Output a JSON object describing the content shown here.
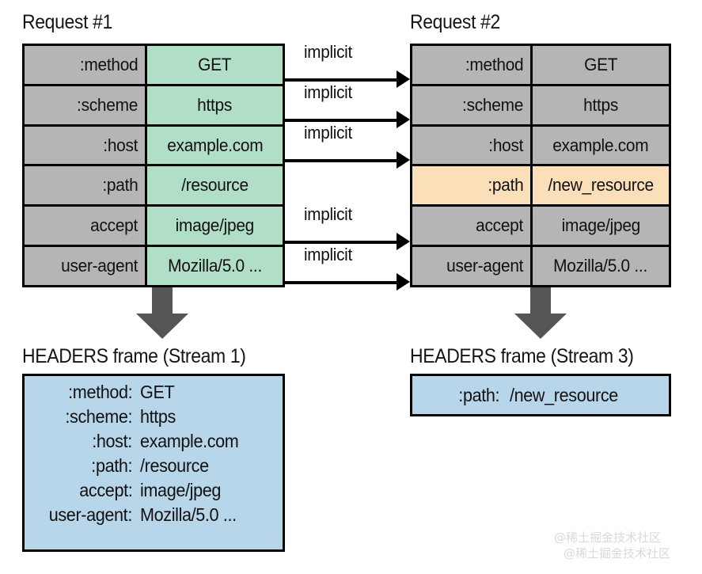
{
  "titles": {
    "request_1": "Request #1",
    "request_2": "Request #2",
    "frame_1": "HEADERS frame (Stream 1)",
    "frame_2": "HEADERS frame (Stream 3)"
  },
  "request_1": {
    "rows": [
      {
        "name": ":method",
        "value": "GET",
        "state": "new"
      },
      {
        "name": ":scheme",
        "value": "https",
        "state": "new"
      },
      {
        "name": ":host",
        "value": "example.com",
        "state": "new"
      },
      {
        "name": ":path",
        "value": "/resource",
        "state": "new"
      },
      {
        "name": "accept",
        "value": "image/jpeg",
        "state": "new"
      },
      {
        "name": "user-agent",
        "value": "Mozilla/5.0 ...",
        "state": "new"
      }
    ]
  },
  "request_2": {
    "rows": [
      {
        "name": ":method",
        "value": "GET",
        "state": "implicit"
      },
      {
        "name": ":scheme",
        "value": "https",
        "state": "implicit"
      },
      {
        "name": ":host",
        "value": "example.com",
        "state": "implicit"
      },
      {
        "name": ":path",
        "value": "/new_resource",
        "state": "changed"
      },
      {
        "name": "accept",
        "value": "image/jpeg",
        "state": "implicit"
      },
      {
        "name": "user-agent",
        "value": "Mozilla/5.0 ...",
        "state": "implicit"
      }
    ]
  },
  "implicit_arrows": [
    {
      "label": "implicit",
      "row": 1
    },
    {
      "label": "implicit",
      "row": 2
    },
    {
      "label": "implicit",
      "row": 3
    },
    {
      "label": "implicit",
      "row": 5
    },
    {
      "label": "implicit",
      "row": 6
    }
  ],
  "frame_1": {
    "lines": [
      {
        "name": ":method:",
        "value": "GET"
      },
      {
        "name": ":scheme:",
        "value": "https"
      },
      {
        "name": ":host:",
        "value": "example.com"
      },
      {
        "name": ":path:",
        "value": "/resource"
      },
      {
        "name": "accept:",
        "value": "image/jpeg"
      },
      {
        "name": "user-agent:",
        "value": "Mozilla/5.0 ..."
      }
    ]
  },
  "frame_2": {
    "lines": [
      {
        "name": ":path:",
        "value": "/new_resource"
      }
    ]
  },
  "watermark": {
    "line_1": "@稀土掘金技术社区",
    "line_2": "@稀土掘金技术社区"
  },
  "colors": {
    "new_value": "#b1dec6",
    "implicit_row": "#b5b5b5",
    "changed_row": "#fbdfb9",
    "frame_box": "#b7d6ea",
    "arrow": "#555555",
    "outline": "#000000"
  }
}
